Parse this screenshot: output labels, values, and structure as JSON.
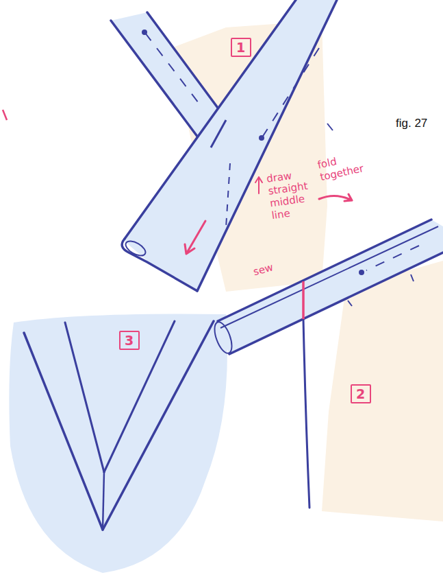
{
  "diagram": {
    "nodes": [
      {
        "text": [
          "1"
        ]
      },
      {
        "text": [
          "3"
        ]
      },
      {
        "text": [
          "2"
        ]
      }
    ],
    "labels": [
      "fig. 27",
      "draw straight middle line",
      "fold together",
      "sew"
    ]
  }
}
